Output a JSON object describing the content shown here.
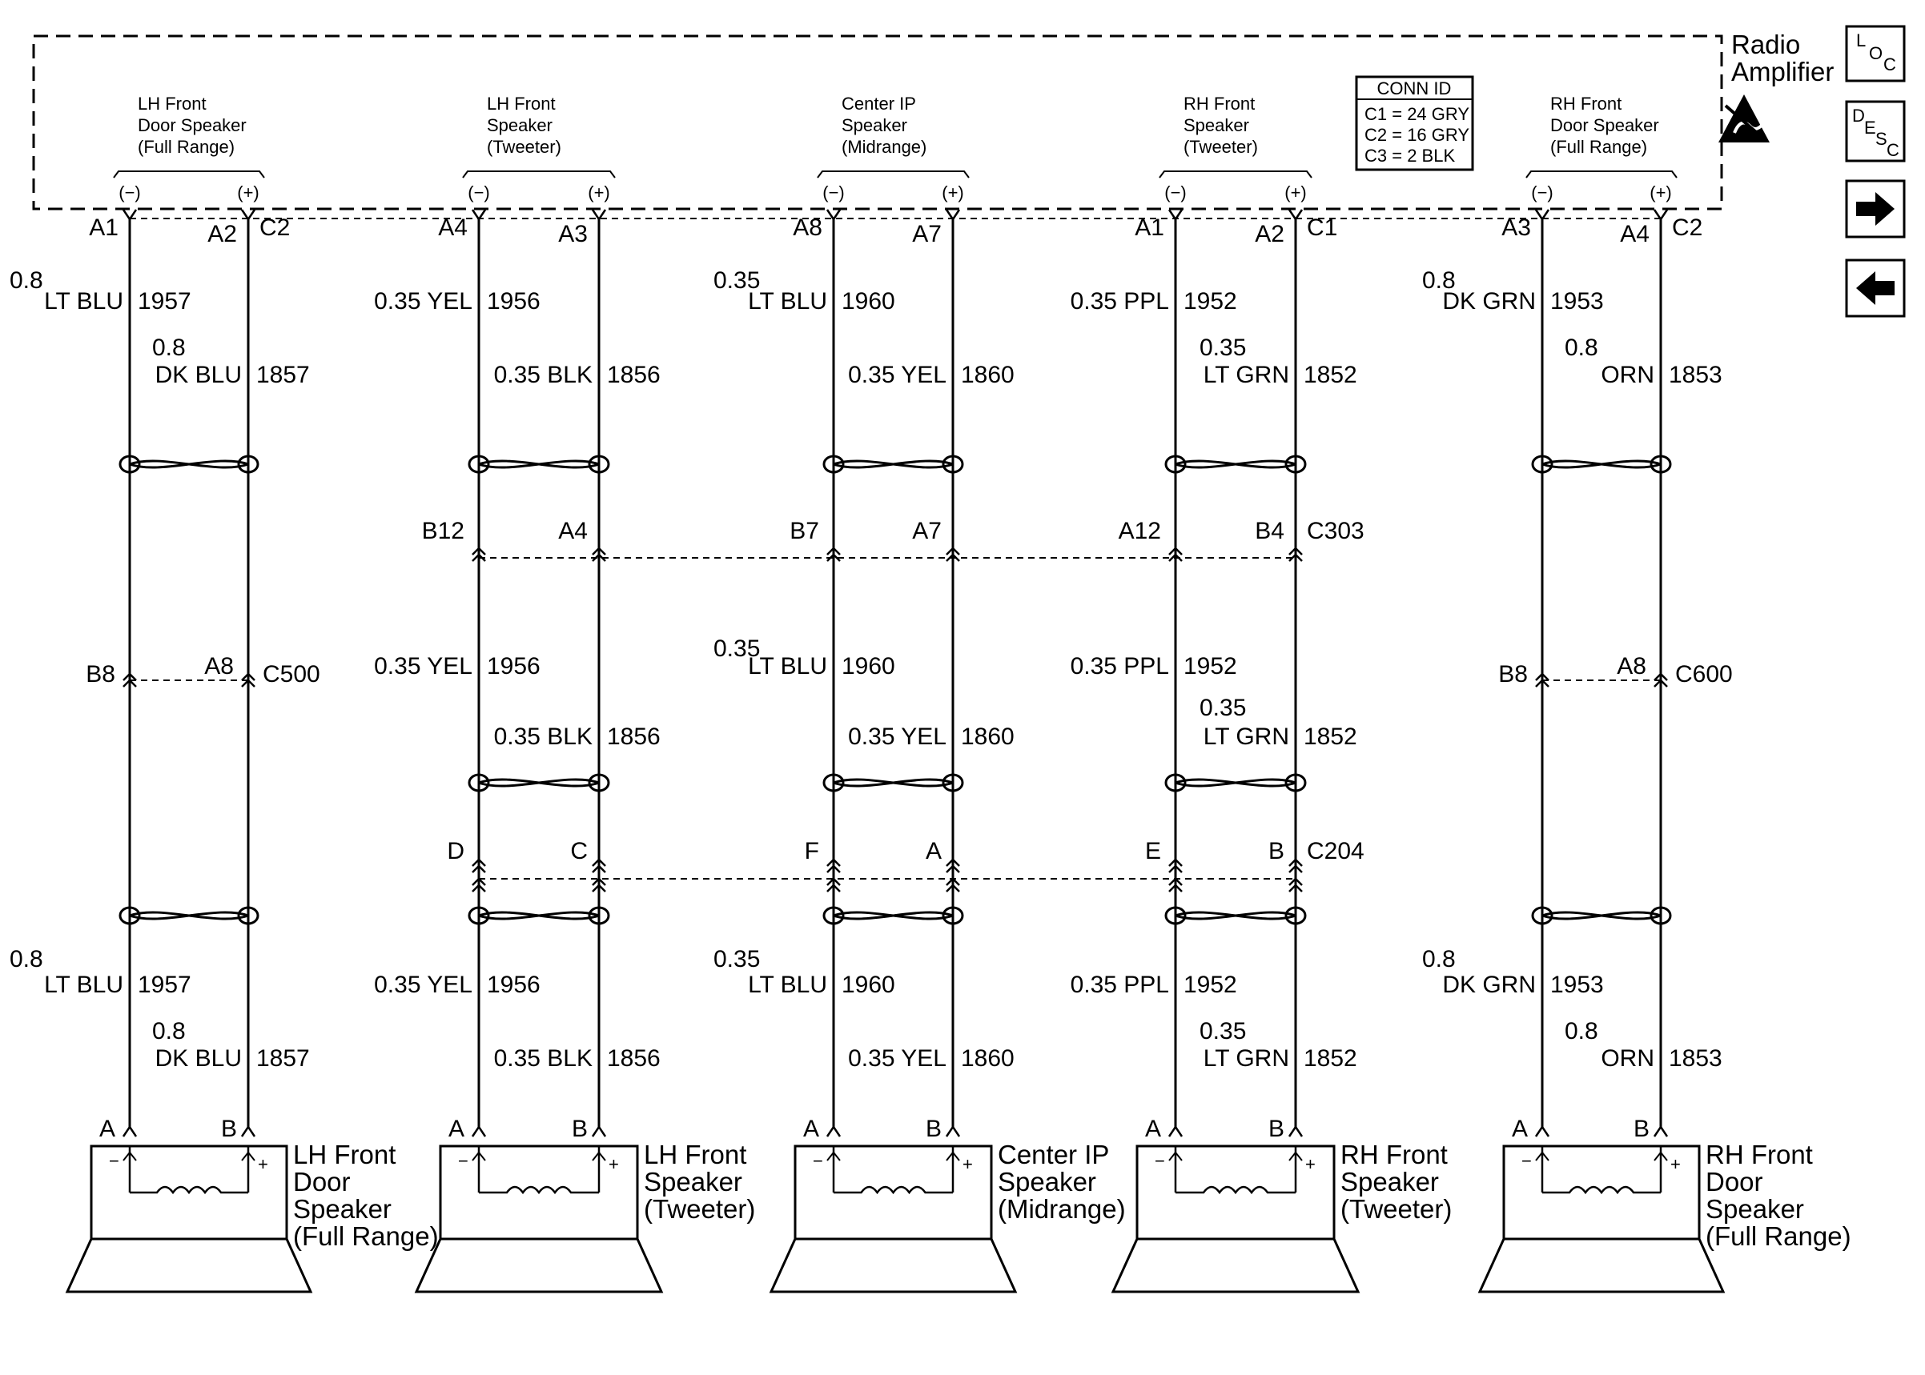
{
  "module": {
    "title_line1": "Radio",
    "title_line2": "Amplifier"
  },
  "conn_id": {
    "header": "CONN ID",
    "rows": [
      "C1 = 24 GRY",
      "C2 = 16 GRY",
      "C3 = 2 BLK"
    ]
  },
  "nav": {
    "loc": [
      "L",
      "O",
      "C"
    ],
    "desc": [
      "D",
      "E",
      "S",
      "C"
    ],
    "forward_icon": "arrow-right-icon",
    "back_icon": "arrow-left-icon",
    "esd_icon": "esd-warning-icon"
  },
  "polarity": {
    "neg": "(−)",
    "pos": "(+)"
  },
  "circuits": [
    {
      "id": "lhfd",
      "module_label": [
        "LH Front",
        "Door Speaker",
        "(Full Range)"
      ],
      "top_pins": {
        "neg": "A1",
        "pos": "A2",
        "conn": "C2"
      },
      "wires_top": {
        "neg": [
          "0.8",
          "LT BLU",
          "1957"
        ],
        "pos": [
          "0.8",
          "DK BLU",
          "1857"
        ]
      },
      "inline1": {
        "neg": "B8",
        "pos": "A8",
        "conn": "C500"
      },
      "wires_mid": null,
      "inline2": null,
      "wires_bot": {
        "neg": [
          "0.8",
          "LT BLU",
          "1957"
        ],
        "pos": [
          "0.8",
          "DK BLU",
          "1857"
        ]
      },
      "speaker_pins": {
        "neg": "A",
        "pos": "B"
      },
      "speaker_label": [
        "LH Front",
        "Door",
        "Speaker",
        "(Full Range)"
      ]
    },
    {
      "id": "lhft",
      "module_label": [
        "LH Front",
        "Speaker",
        "(Tweeter)"
      ],
      "top_pins": {
        "neg": "A4",
        "pos": "A3",
        "conn": ""
      },
      "wires_top": {
        "neg": [
          "",
          "0.35 YEL",
          "1956"
        ],
        "pos": [
          "",
          "0.35 BLK",
          "1856"
        ]
      },
      "inline1": {
        "neg": "B12",
        "pos": "A4",
        "conn": ""
      },
      "wires_mid": {
        "neg": [
          "",
          "0.35 YEL",
          "1956"
        ],
        "pos": [
          "",
          "0.35 BLK",
          "1856"
        ]
      },
      "inline2": {
        "neg": "D",
        "pos": "C",
        "conn": ""
      },
      "wires_bot": {
        "neg": [
          "",
          "0.35 YEL",
          "1956"
        ],
        "pos": [
          "",
          "0.35 BLK",
          "1856"
        ]
      },
      "speaker_pins": {
        "neg": "A",
        "pos": "B"
      },
      "speaker_label": [
        "LH Front",
        "Speaker",
        "(Tweeter)"
      ]
    },
    {
      "id": "cip",
      "module_label": [
        "Center IP",
        "Speaker",
        "(Midrange)"
      ],
      "top_pins": {
        "neg": "A8",
        "pos": "A7",
        "conn": ""
      },
      "wires_top": {
        "neg": [
          "0.35",
          "LT BLU",
          "1960"
        ],
        "pos": [
          "",
          "0.35 YEL",
          "1860"
        ]
      },
      "inline1": {
        "neg": "B7",
        "pos": "A7",
        "conn": ""
      },
      "wires_mid": {
        "neg": [
          "0.35",
          "LT BLU",
          "1960"
        ],
        "pos": [
          "",
          "0.35 YEL",
          "1860"
        ]
      },
      "inline2": {
        "neg": "F",
        "pos": "A",
        "conn": ""
      },
      "wires_bot": {
        "neg": [
          "0.35",
          "LT BLU",
          "1960"
        ],
        "pos": [
          "",
          "0.35 YEL",
          "1860"
        ]
      },
      "speaker_pins": {
        "neg": "A",
        "pos": "B"
      },
      "speaker_label": [
        "Center IP",
        "Speaker",
        "(Midrange)"
      ]
    },
    {
      "id": "rhft",
      "module_label": [
        "RH Front",
        "Speaker",
        "(Tweeter)"
      ],
      "top_pins": {
        "neg": "A1",
        "pos": "A2",
        "conn": "C1"
      },
      "wires_top": {
        "neg": [
          "",
          "0.35 PPL",
          "1952"
        ],
        "pos": [
          "0.35",
          "LT GRN",
          "1852"
        ]
      },
      "inline1": {
        "neg": "A12",
        "pos": "B4",
        "conn": "C303"
      },
      "wires_mid": {
        "neg": [
          "",
          "0.35 PPL",
          "1952"
        ],
        "pos": [
          "0.35",
          "LT GRN",
          "1852"
        ]
      },
      "inline2": {
        "neg": "E",
        "pos": "B",
        "conn": "C204"
      },
      "wires_bot": {
        "neg": [
          "",
          "0.35 PPL",
          "1952"
        ],
        "pos": [
          "0.35",
          "LT GRN",
          "1852"
        ]
      },
      "speaker_pins": {
        "neg": "A",
        "pos": "B"
      },
      "speaker_label": [
        "RH Front",
        "Speaker",
        "(Tweeter)"
      ]
    },
    {
      "id": "rhfd",
      "module_label": [
        "RH Front",
        "Door Speaker",
        "(Full Range)"
      ],
      "top_pins": {
        "neg": "A3",
        "pos": "A4",
        "conn": "C2"
      },
      "wires_top": {
        "neg": [
          "0.8",
          "DK GRN",
          "1953"
        ],
        "pos": [
          "0.8",
          "ORN",
          "1853"
        ]
      },
      "inline1": {
        "neg": "B8",
        "pos": "A8",
        "conn": "C600"
      },
      "wires_mid": null,
      "inline2": null,
      "wires_bot": {
        "neg": [
          "0.8",
          "DK GRN",
          "1953"
        ],
        "pos": [
          "0.8",
          "ORN",
          "1853"
        ]
      },
      "speaker_pins": {
        "neg": "A",
        "pos": "B"
      },
      "speaker_label": [
        "RH Front",
        "Door",
        "Speaker",
        "(Full Range)"
      ]
    }
  ]
}
